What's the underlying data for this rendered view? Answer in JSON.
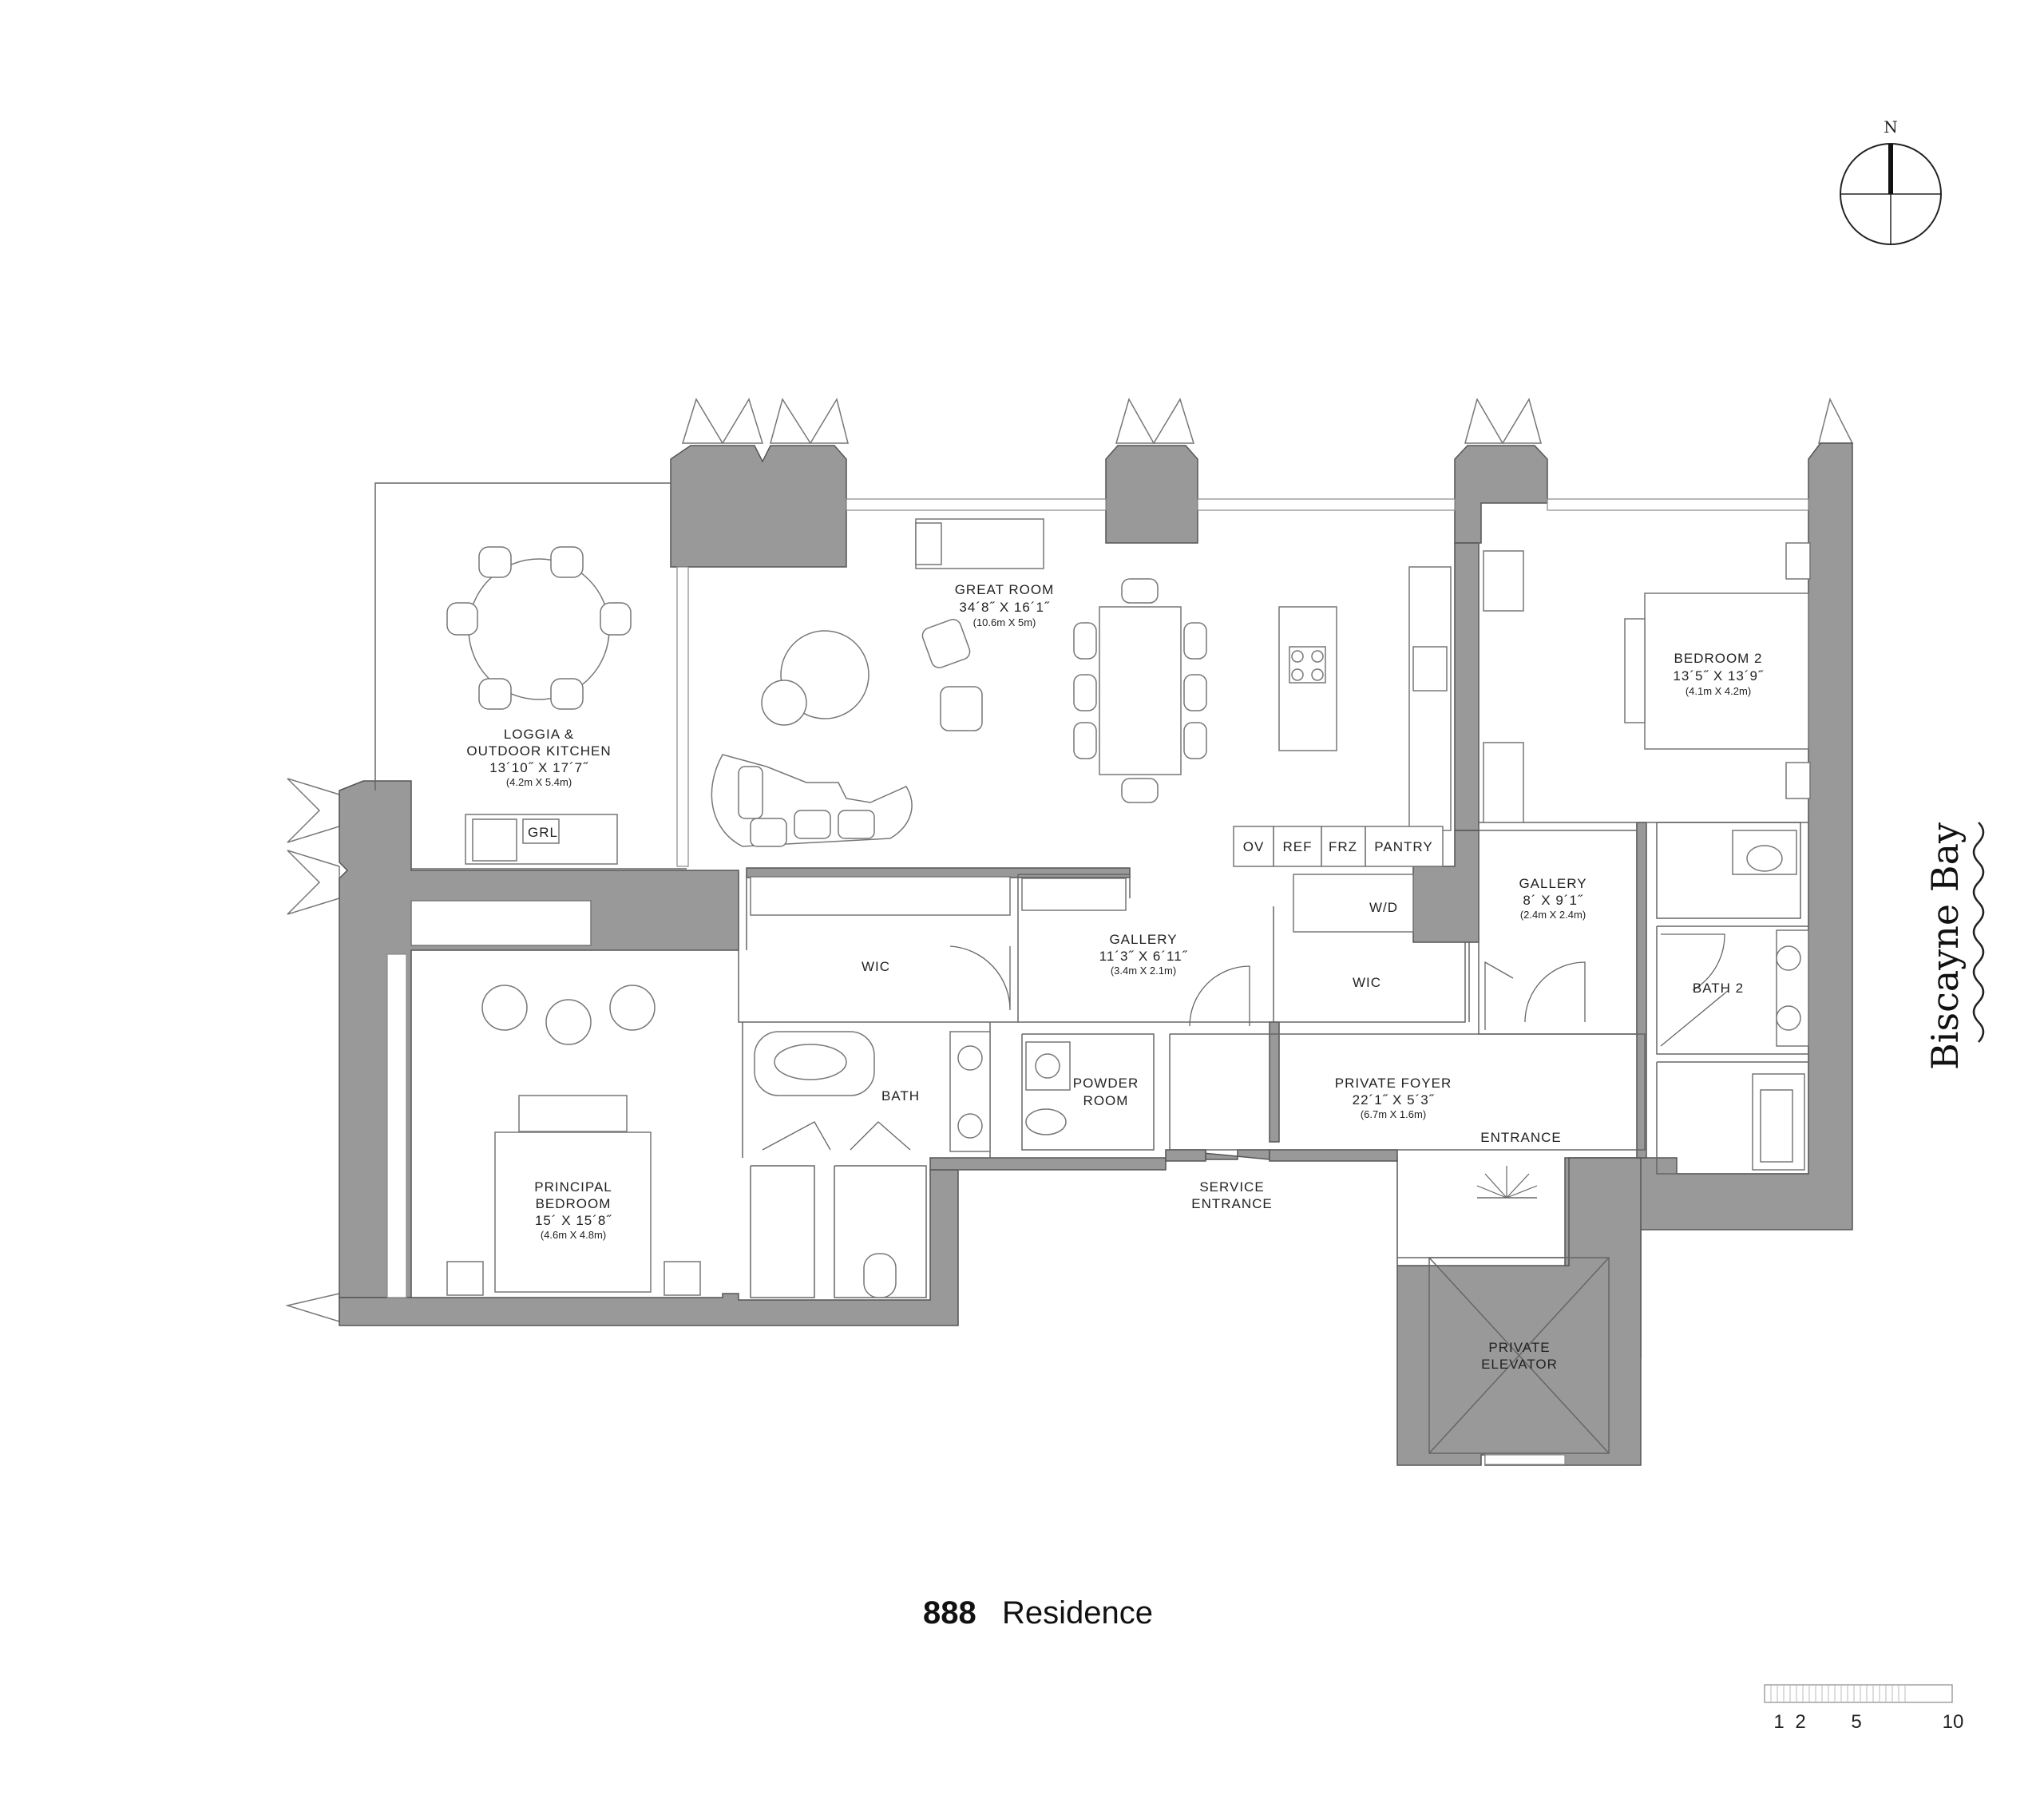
{
  "title": {
    "number": "888",
    "name": "Residence"
  },
  "compass": {
    "north": "N"
  },
  "water": "Biscayne Bay",
  "rooms": {
    "great_room": {
      "name": "GREAT ROOM",
      "dims": "34´8˝ X 16´1˝",
      "metric": "(10.6m X 5m)"
    },
    "loggia": {
      "name_1": "LOGGIA &",
      "name_2": "OUTDOOR KITCHEN",
      "dims": "13´10˝ X 17´7˝",
      "metric": "(4.2m X 5.4m)"
    },
    "bedroom2": {
      "name": "BEDROOM 2",
      "dims": "13´5˝ X 13´9˝",
      "metric": "(4.1m X 4.2m)"
    },
    "gallery_east": {
      "name": "GALLERY",
      "dims": "8´ X 9´1˝",
      "metric": "(2.4m X 2.4m)"
    },
    "gallery_mid": {
      "name": "GALLERY",
      "dims": "11´3˝ X 6´11˝",
      "metric": "(3.4m X 2.1m)"
    },
    "principal": {
      "name_1": "PRINCIPAL",
      "name_2": "BEDROOM",
      "dims": "15´ X 15´8˝",
      "metric": "(4.6m X 4.8m)"
    },
    "foyer": {
      "name": "PRIVATE FOYER",
      "dims": "22´1˝ X 5´3˝",
      "metric": "(6.7m X 1.6m)"
    },
    "wic_west": "WIC",
    "wic_east": "WIC",
    "bath": "BATH",
    "bath2": "BATH 2",
    "powder_1": "POWDER",
    "powder_2": "ROOM",
    "wd": "W/D",
    "entrance": "ENTRANCE",
    "service_1": "SERVICE",
    "service_2": "ENTRANCE",
    "elevator_1": "PRIVATE",
    "elevator_2": "ELEVATOR"
  },
  "appliances": {
    "ov": "OV",
    "ref": "REF",
    "frz": "FRZ",
    "pantry": "PANTRY",
    "grl": "GRL"
  },
  "scale": {
    "labels": [
      "1",
      "2",
      "5",
      "10"
    ]
  }
}
